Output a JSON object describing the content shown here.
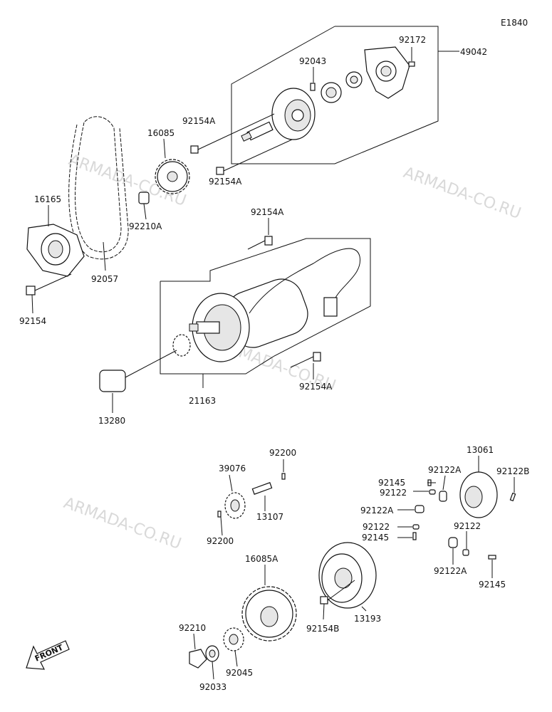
{
  "diagram_code": "E1840",
  "watermark": "ARMADA-CO.RU",
  "front_label": "FRONT",
  "labels": {
    "p49042": "49042",
    "p92172": "92172",
    "p92043": "92043",
    "p92154A_1": "92154A",
    "p16085": "16085",
    "p92154A_2": "92154A",
    "p16165": "16165",
    "p92210A": "92210A",
    "p92057": "92057",
    "p92154A_3": "92154A",
    "p92154": "92154",
    "p21163": "21163",
    "p92154A_4": "92154A",
    "p13280": "13280",
    "p92200_1": "92200",
    "p39076": "39076",
    "p13107": "13107",
    "p92200_2": "92200",
    "p13061": "13061",
    "p92145_1": "92145",
    "p92122A_1": "92122A",
    "p92122B": "92122B",
    "p92122_1": "92122",
    "p92122A_2": "92122A",
    "p92122_2": "92122",
    "p92145_2": "92145",
    "p92122_3": "92122",
    "p92122A_3": "92122A",
    "p92145_3": "92145",
    "p16085A": "16085A",
    "p13193": "13193",
    "p92154B": "92154B",
    "p92210": "92210",
    "p92045": "92045",
    "p92033": "92033"
  }
}
